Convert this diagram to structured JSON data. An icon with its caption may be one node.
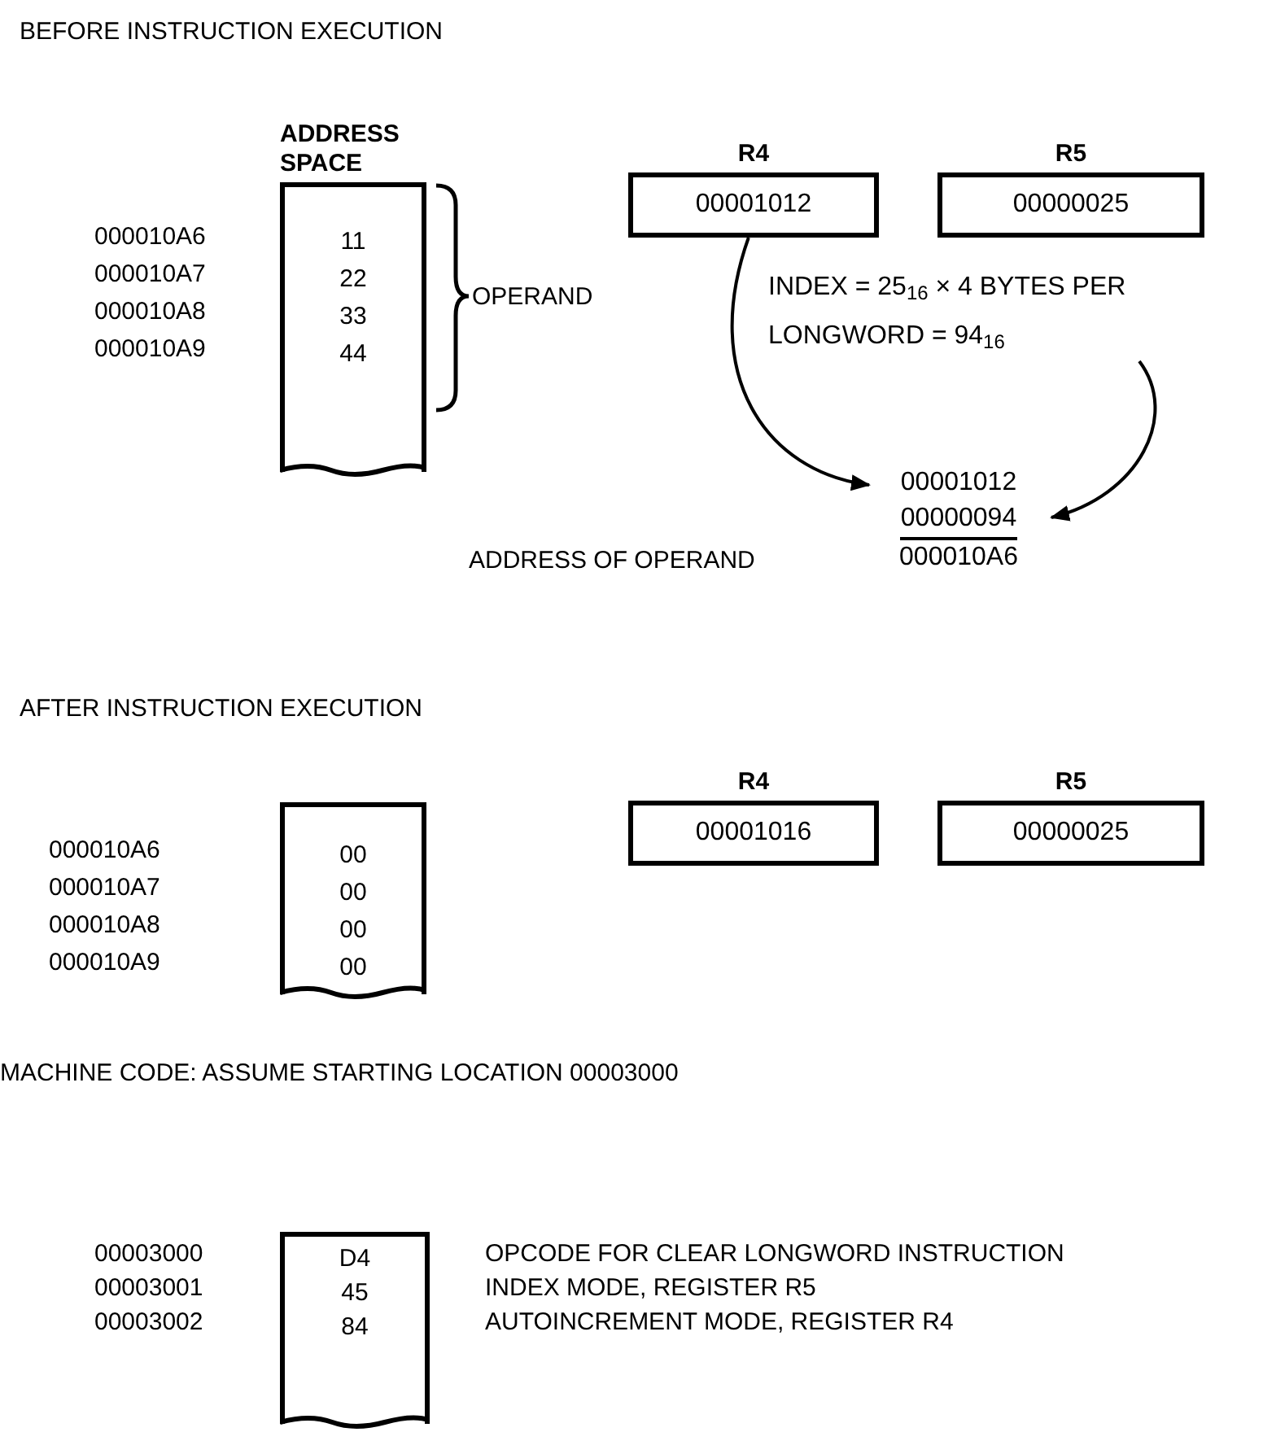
{
  "diagram": {
    "nodes": [
      {
        "text": [
          "ADDRESS SPACE",
          "11",
          "22",
          "33",
          "44"
        ]
      },
      {
        "text": [
          "R4",
          "00001012"
        ]
      },
      {
        "text": [
          "R5",
          "00000025"
        ]
      },
      {
        "text": [
          "00001012",
          "00000094",
          "000010A6"
        ]
      },
      {
        "text": [
          "INDEX = 25$_{16}$ × 4 BYTES PER LONGWORD = 94$_{16}$"
        ]
      },
      {
        "text": [
          "00",
          "00",
          "00",
          "00"
        ]
      },
      {
        "text": [
          "R4",
          "00001016"
        ]
      },
      {
        "text": [
          "R5",
          "00000025"
        ]
      },
      {
        "text": [
          "D4",
          "45",
          "84"
        ]
      }
    ],
    "edges": [
      {
        "from": 1,
        "to": 3,
        "arrow": "to"
      },
      {
        "from": 4,
        "to": 3,
        "arrow": "to"
      }
    ],
    "labels": [
      "BEFORE INSTRUCTION EXECUTION",
      "000010A6",
      "000010A7",
      "000010A8",
      "000010A9",
      "OPERAND",
      "ADDRESS OF OPERAND",
      "AFTER INSTRUCTION EXECUTION",
      "000010A6",
      "000010A7",
      "000010A8",
      "000010A9",
      "MACHINE CODE: ASSUME STARTING LOCATION 00003000",
      "00003000",
      "00003001",
      "00003002",
      "OPCODE FOR CLEAR LONGWORD INSTRUCTION",
      "INDEX MODE, REGISTER R5",
      "AUTOINCREMENT MODE, REGISTER R4"
    ]
  }
}
